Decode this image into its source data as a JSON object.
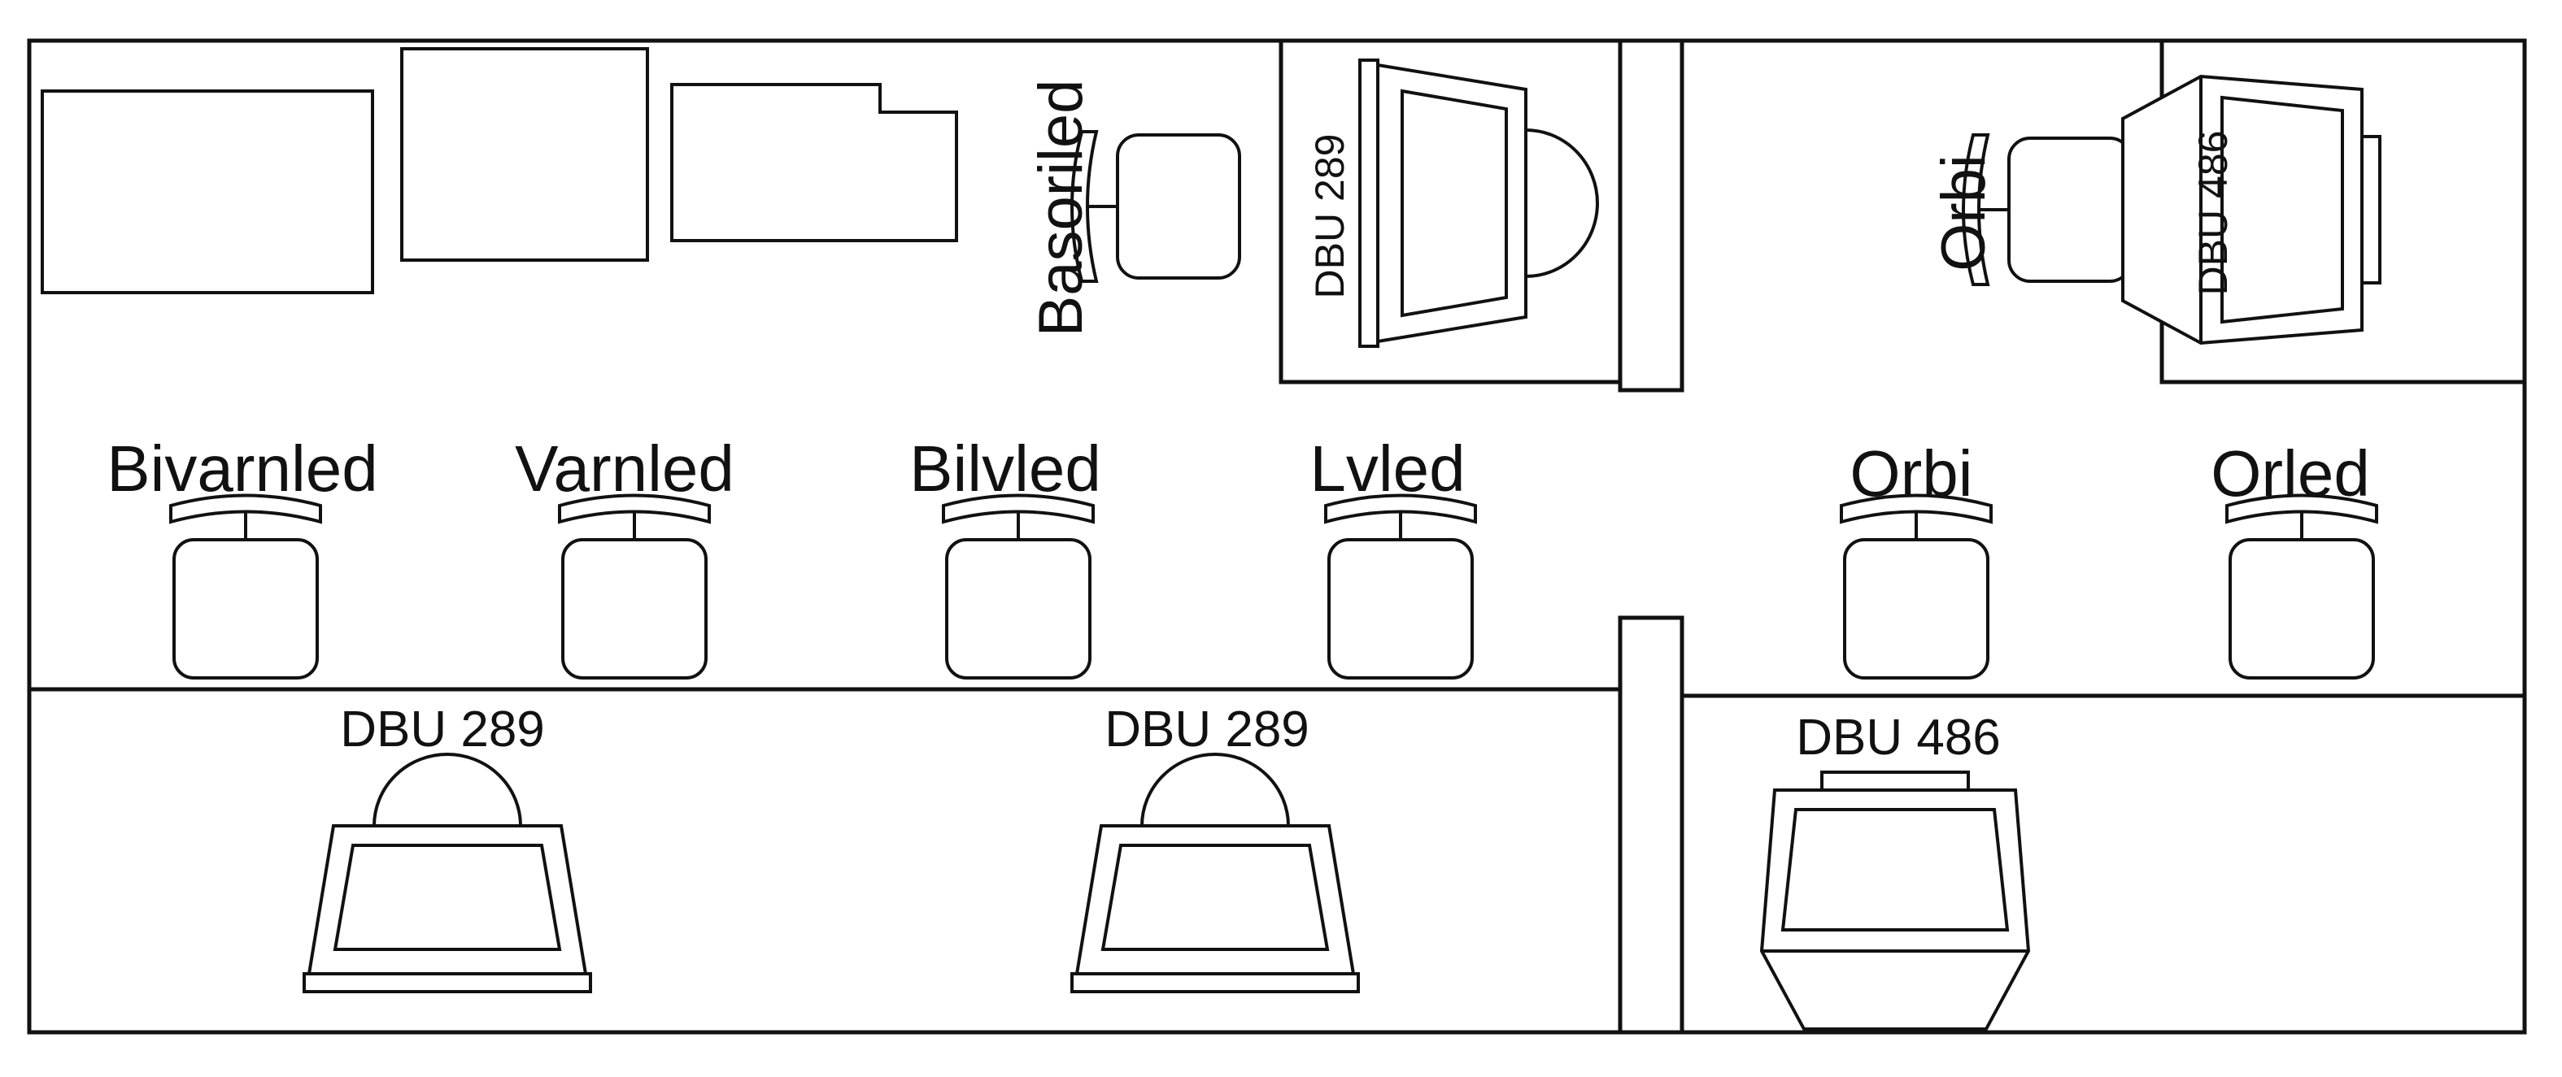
{
  "diagram": {
    "ink_color": "#111111",
    "background_color": "#ffffff",
    "operators": {
      "basoriled": "Basoriled",
      "orbi_top": "Orbi",
      "bivarnled": "Bivarnled",
      "varnled": "Varnled",
      "bilvled": "Bilvled",
      "lvled": "Lvled",
      "orbi": "Orbi",
      "orled": "Orled"
    },
    "terminals": {
      "top_left": "DBU 289",
      "top_right": "DBU 486",
      "bottom_left": "DBU 289",
      "bottom_middle": "DBU 289",
      "bottom_right": "DBU 486"
    }
  }
}
